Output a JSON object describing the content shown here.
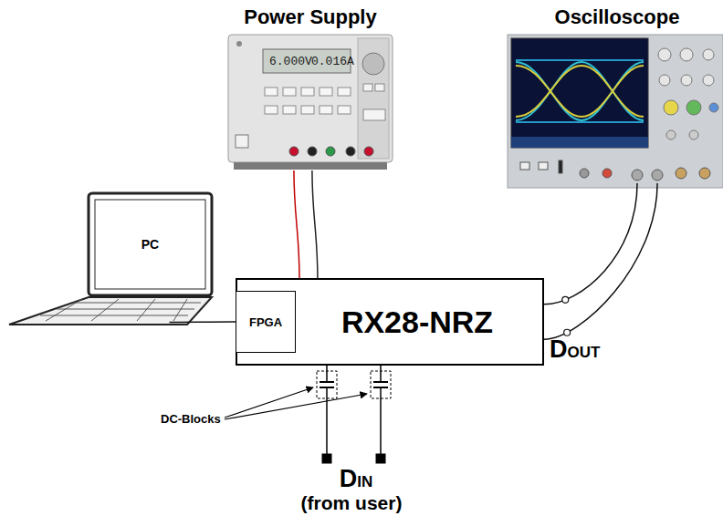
{
  "diagram": {
    "nodes": [
      {
        "text": [
          "Power Supply"
        ]
      },
      {
        "text": [
          "Oscilloscope"
        ]
      },
      {
        "text": [
          "PC"
        ]
      },
      {
        "text": [
          "RX28-NRZ"
        ]
      },
      {
        "text": [
          "FPGA"
        ],
        "in": 3
      }
    ],
    "edges": [
      {
        "from": 0,
        "to": 3,
        "arrow": "none"
      },
      {
        "from": 0,
        "to": 3,
        "arrow": "none"
      },
      {
        "from": 1,
        "to": 3,
        "arrow": "none"
      },
      {
        "from": 1,
        "to": 3,
        "arrow": "none"
      },
      {
        "from": 2,
        "to": 4,
        "arrow": "none"
      }
    ],
    "labels": [
      "6.000V",
      "0.016A",
      "DC-Blocks",
      "DOUT",
      "DIN",
      "(from user)"
    ]
  }
}
